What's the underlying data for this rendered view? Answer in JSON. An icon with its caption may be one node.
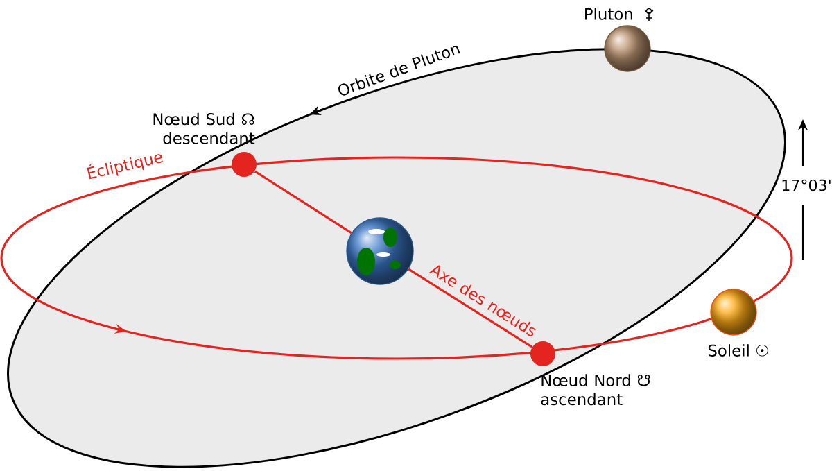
{
  "diagram": {
    "nodes": [
      {
        "text": [
          "Pluton"
        ]
      },
      {
        "text": [
          "Nœud Sud ☊ descendant"
        ]
      },
      {
        "text": [],
        "shape": "picture"
      },
      {
        "text": [
          "Nœud Nord ☋ ascendant"
        ]
      },
      {
        "text": [
          "Soleil ☉"
        ]
      }
    ],
    "edges": [
      {
        "from": 1,
        "to": 2,
        "arrow": "none"
      },
      {
        "from": 2,
        "to": 3,
        "arrow": "none",
        "label": "Axe des nœuds"
      }
    ],
    "labels": [
      "Orbite de Pluton",
      "Écliptique",
      "17°03'"
    ]
  }
}
